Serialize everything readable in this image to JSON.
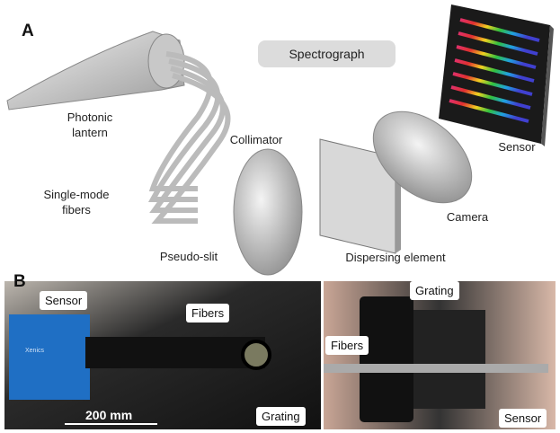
{
  "panel_a": {
    "label": "A",
    "title": "Spectrograph",
    "labels": {
      "photonic_lantern": "Photonic\nlantern",
      "single_mode_fibers": "Single-mode\nfibers",
      "pseudo_slit": "Pseudo-slit",
      "collimator": "Collimator",
      "dispersing_element": "Dispersing element",
      "camera": "Camera",
      "sensor": "Sensor"
    }
  },
  "panel_b": {
    "label": "B",
    "left_photo": {
      "sensor": "Sensor",
      "fibers": "Fibers",
      "grating": "Grating",
      "scale_bar": "200 mm",
      "camera_logo": "Xenics"
    },
    "right_photo": {
      "grating": "Grating",
      "fibers": "Fibers",
      "sensor": "Sensor"
    }
  },
  "colors": {
    "pill": "#dcdcdc",
    "sensor_body": "#1a1a1a",
    "camera_blue": "#1f6fc4"
  }
}
